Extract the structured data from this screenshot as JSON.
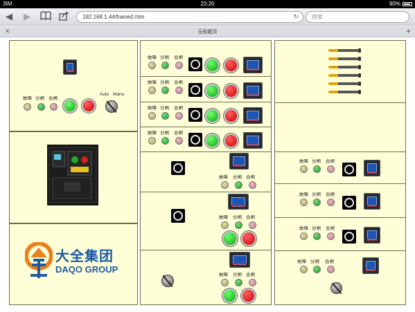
{
  "status_bar": {
    "carrier": "3IM",
    "time": "23:20",
    "battery": "90%"
  },
  "browser": {
    "url": "192.168.1.44/frame0.htm",
    "search_placeholder": "搜索",
    "tab_title": "无标题页"
  },
  "labels": {
    "fault": "故障",
    "open": "分闸",
    "close": "合闸",
    "auto": "Auto",
    "manu": "Manu"
  },
  "brand": {
    "name_cn": "大全集团",
    "name_en": "DAQO GROUP"
  },
  "colors": {
    "panel_bg": "#ffffd7",
    "indicator_fault": "#c8c27c",
    "indicator_open": "#1fbf2c",
    "indicator_close": "#d898a8",
    "button_start": "#12b512",
    "button_stop": "#e00000",
    "logo_orange": "#e8801e",
    "logo_blue": "#1d5aa8"
  }
}
